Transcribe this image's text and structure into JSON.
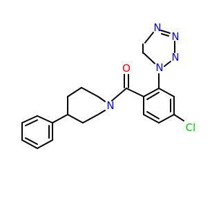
{
  "colors": {
    "bond": "#000000",
    "oxygen": "#ff0000",
    "nitrogen": "#0000ff",
    "chlorine": "#00cc00",
    "background": "#ffffff"
  },
  "labels": {
    "O": "O",
    "N_piperidine": "N",
    "N_tetrazole_1": "N",
    "N_tetrazole_2": "N",
    "N_tetrazole_3": "N",
    "N_tetrazole_4": "N",
    "Cl": "Cl"
  }
}
